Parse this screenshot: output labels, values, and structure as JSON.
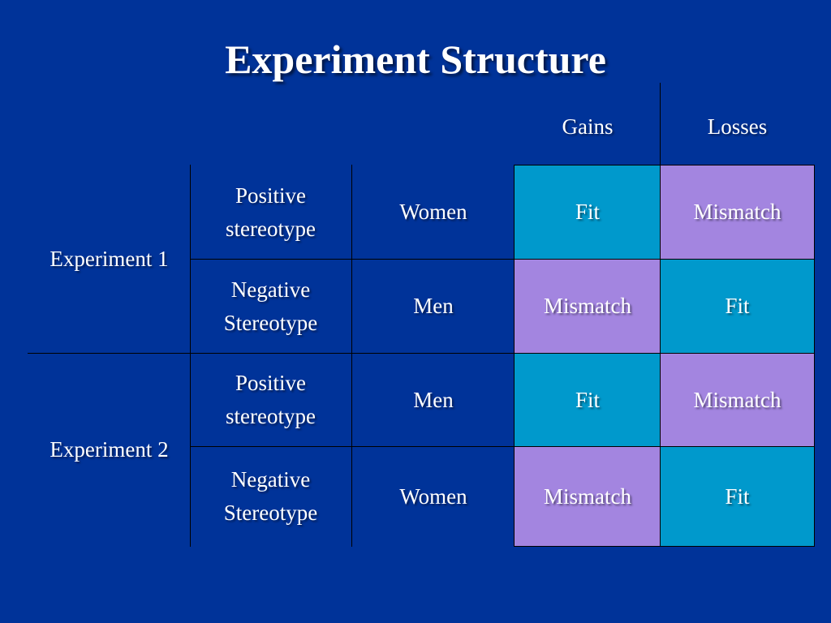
{
  "slide": {
    "title": "Experiment Structure"
  },
  "table": {
    "columns": {
      "gains": "Gains",
      "losses": "Losses"
    },
    "experiments": [
      {
        "label": "Experiment 1"
      },
      {
        "label": "Experiment 2"
      }
    ],
    "rows": [
      {
        "stereotype": "Positive stereotype",
        "group": "Women",
        "gains": "Fit",
        "losses": "Mismatch"
      },
      {
        "stereotype": "Negative Stereotype",
        "group": "Men",
        "gains": "Mismatch",
        "losses": "Fit"
      },
      {
        "stereotype": "Positive stereotype",
        "group": "Men",
        "gains": "Fit",
        "losses": "Mismatch"
      },
      {
        "stereotype": "Negative Stereotype",
        "group": "Women",
        "gains": "Mismatch",
        "losses": "Fit"
      }
    ]
  },
  "colors": {
    "background": "#003399",
    "fit_fill": "#0099cc",
    "mismatch_fill": "#a385e0"
  }
}
